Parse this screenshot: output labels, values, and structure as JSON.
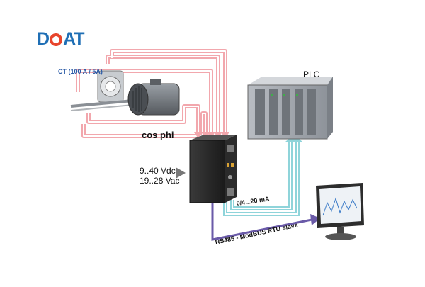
{
  "logo": {
    "text_left": "D",
    "text_right": "AT",
    "colors": {
      "main": "#1f6fb5",
      "swirl": "#e8452c"
    }
  },
  "labels": {
    "ct": "CT (100 A / 5A)",
    "cos_phi": "cos phi",
    "plc": "PLC",
    "power_line1": "9..40 Vdc",
    "power_line2": "19..28 Vac",
    "analog_output": "0/4...20 mA",
    "serial": "RS485 - ModBUS RTU slave"
  },
  "colors": {
    "ct_wires": "#f2a7ad",
    "analog_wires": "#8fd4da",
    "serial_wire": "#6a5aa8"
  }
}
